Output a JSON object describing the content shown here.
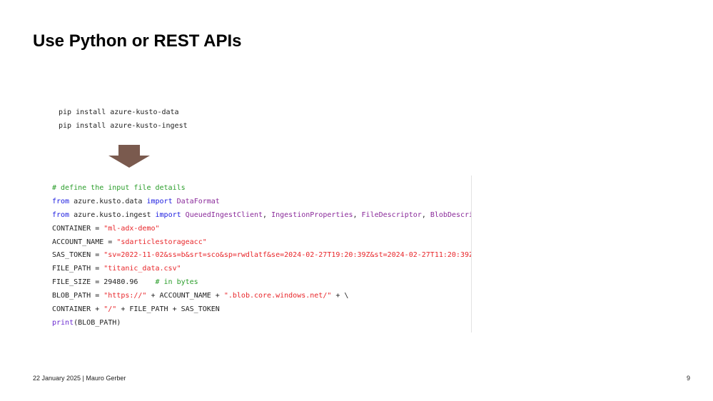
{
  "title": "Use Python or REST APIs",
  "pip_lines": [
    "pip install azure-kusto-data",
    "pip install azure-kusto-ingest"
  ],
  "arrow_color": "#7a5a4e",
  "code_lines": [
    [
      [
        "# define the input file details",
        "cm"
      ]
    ],
    [
      [
        "from",
        "kw"
      ],
      [
        " azure.kusto.data ",
        ""
      ],
      [
        "import",
        "kw"
      ],
      [
        " ",
        ""
      ],
      [
        "DataFormat",
        "cls"
      ]
    ],
    [
      [
        "from",
        "kw"
      ],
      [
        " azure.kusto.ingest ",
        ""
      ],
      [
        "import",
        "kw"
      ],
      [
        " ",
        ""
      ],
      [
        "QueuedIngestClient",
        "cls"
      ],
      [
        ", ",
        ""
      ],
      [
        "IngestionProperties",
        "cls"
      ],
      [
        ", ",
        ""
      ],
      [
        "FileDescriptor",
        "cls"
      ],
      [
        ", ",
        ""
      ],
      [
        "BlobDescri",
        "cls"
      ]
    ],
    [
      [
        "CONTAINER = ",
        ""
      ],
      [
        "\"ml-adx-demo\"",
        "str"
      ]
    ],
    [
      [
        "ACCOUNT_NAME = ",
        ""
      ],
      [
        "\"sdarticlestorageacc\"",
        "str"
      ]
    ],
    [
      [
        "SAS_TOKEN = ",
        ""
      ],
      [
        "\"sv=2022-11-02&ss=b&srt=sco&sp=rwdlatf&se=2024-02-27T19:20:39Z&st=2024-02-27T11:20:39Z",
        "str"
      ]
    ],
    [
      [
        "FILE_PATH = ",
        ""
      ],
      [
        "\"titanic_data.csv\"",
        "str"
      ]
    ],
    [
      [
        "FILE_SIZE = 29480.96    ",
        ""
      ],
      [
        "# in bytes",
        "cm"
      ]
    ],
    [
      [
        "BLOB_PATH = ",
        ""
      ],
      [
        "\"https://\"",
        "str"
      ],
      [
        " + ACCOUNT_NAME + ",
        ""
      ],
      [
        "\".blob.core.windows.net/\"",
        "str"
      ],
      [
        " + \\",
        ""
      ]
    ],
    [
      [
        "CONTAINER + ",
        ""
      ],
      [
        "\"/\"",
        "str"
      ],
      [
        " + FILE_PATH + SAS_TOKEN",
        ""
      ]
    ],
    [
      [
        "print",
        "fn"
      ],
      [
        "(BLOB_PATH)",
        ""
      ]
    ]
  ],
  "footer": "22 January 2025 | Mauro Gerber",
  "page_number": "9"
}
